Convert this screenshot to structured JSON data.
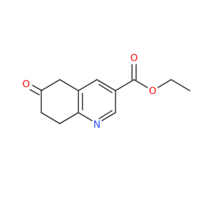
{
  "molecule": {
    "atoms": [
      {
        "id": "O1",
        "label": "O",
        "color": "#ff0d0d"
      },
      {
        "id": "N1",
        "label": "N",
        "color": "#3050f8"
      },
      {
        "id": "O2",
        "label": "O",
        "color": "#ff0d0d"
      },
      {
        "id": "O3",
        "label": "O",
        "color": "#ff0d0d"
      }
    ],
    "bond_color": "#3b3b3b"
  }
}
